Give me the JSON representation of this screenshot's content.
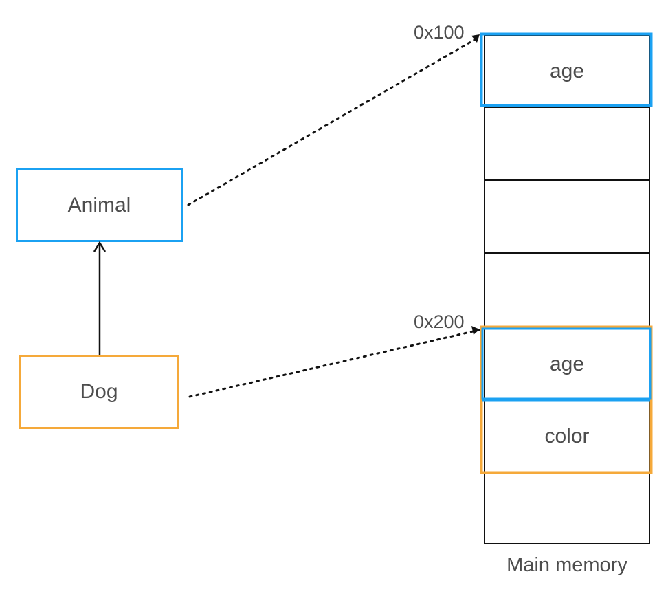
{
  "classes": {
    "animal": "Animal",
    "dog": "Dog"
  },
  "memory": {
    "caption": "Main memory",
    "cells": [
      "age",
      "",
      "",
      "",
      "age",
      "color",
      ""
    ],
    "addresses": {
      "animal": "0x100",
      "dog": "0x200"
    }
  },
  "colors": {
    "animal": "#1ba1f2",
    "dog": "#f5a93a",
    "line": "#111111",
    "text": "#4d4d4d"
  }
}
